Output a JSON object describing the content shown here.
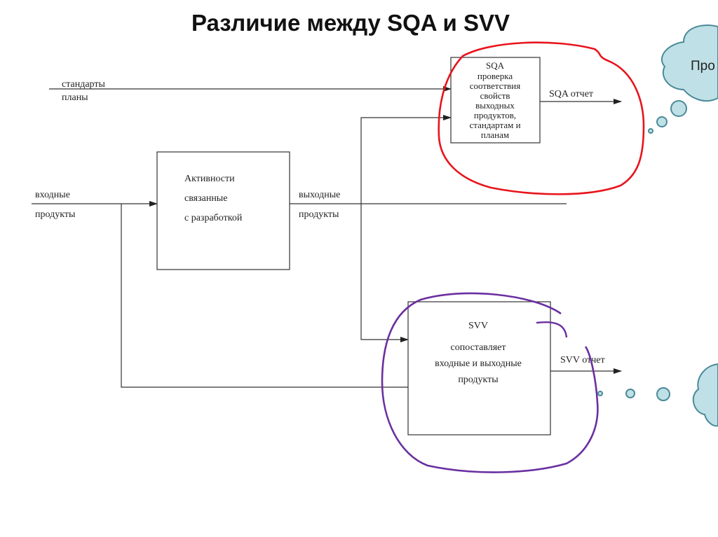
{
  "title": "Различие между SQA и SVV",
  "inputs": {
    "standards_line1": "стандарты",
    "standards_line2": "планы",
    "input_line1": "входные",
    "input_line2": "продукты",
    "output_line1": "выходные",
    "output_line2": "продукты"
  },
  "dev_box": {
    "line1": "Активности",
    "line2": "связанные",
    "line3": "с разработкой"
  },
  "sqa_box": {
    "lines": [
      "SQA",
      "проверка",
      "соответствия",
      "свойств",
      "выходных",
      "продуктов,",
      "стандартам и",
      "планам"
    ],
    "report": "SQA  отчет"
  },
  "svv_box": {
    "line1": "SVV",
    "line2": "сопоставляет",
    "line3": "входные и выходные",
    "line4": "продукты",
    "report": "SVV отчет"
  },
  "cloud": {
    "text": "Про"
  },
  "colors": {
    "sqa_circle": "#e8141c",
    "svv_circle": "#6a2fa0",
    "cloud_fill": "#bfe0e6",
    "cloud_stroke": "#4a8a99"
  }
}
